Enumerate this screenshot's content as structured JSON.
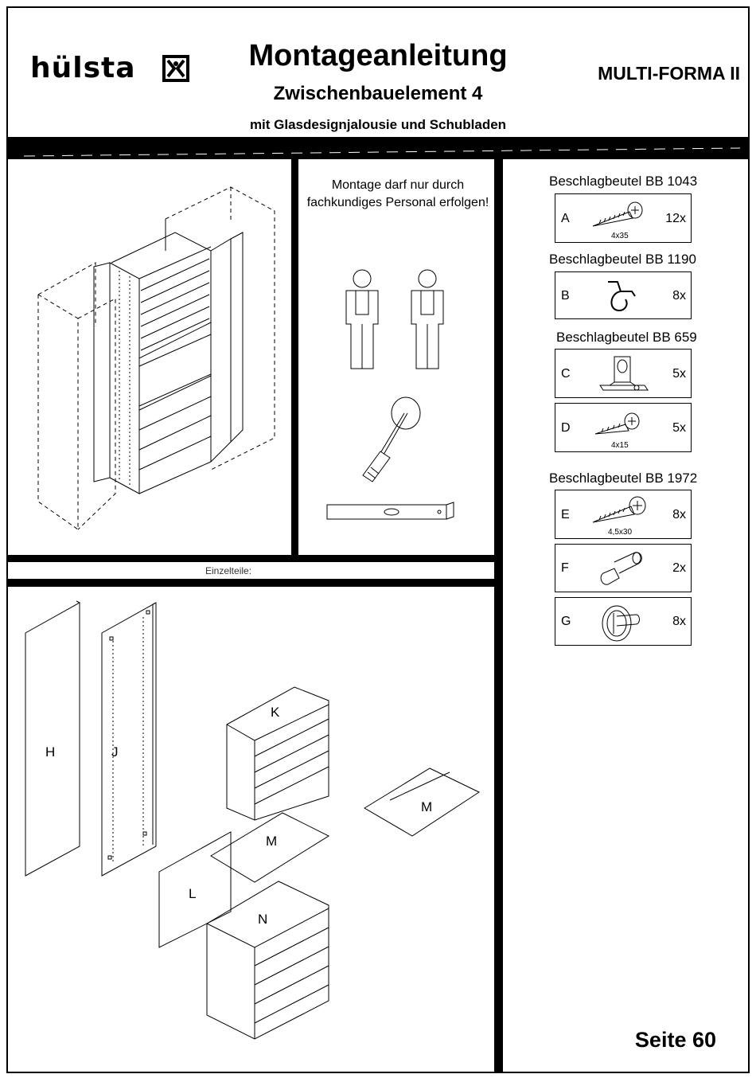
{
  "header": {
    "brand": "hülsta",
    "title": "Montageanleitung",
    "subtitle": "Zwischenbauelement 4",
    "description": "mit Glasdesignjalousie und Schubladen",
    "series": "MULTI-FORMA II"
  },
  "notice": {
    "line1": "Montage darf nur durch",
    "line2": "fachkundiges Personal erfolgen!"
  },
  "parts_label": "Einzelteile:",
  "fittings": {
    "bag1": "Beschlagbeutel BB 1043",
    "bag2": "Beschlagbeutel BB 1190",
    "bag3": "Beschlagbeutel BB 659",
    "bag4": "Beschlagbeutel BB 1972",
    "items": [
      {
        "letter": "A",
        "qty": "12x",
        "size": "4x35",
        "icon": "screw-icon"
      },
      {
        "letter": "B",
        "qty": "8x",
        "size": "",
        "icon": "hook-icon"
      },
      {
        "letter": "C",
        "qty": "5x",
        "size": "",
        "icon": "bracket-icon"
      },
      {
        "letter": "D",
        "qty": "5x",
        "size": "4x15",
        "icon": "screw-icon"
      },
      {
        "letter": "E",
        "qty": "8x",
        "size": "4,5x30",
        "icon": "screw-icon"
      },
      {
        "letter": "F",
        "qty": "2x",
        "size": "",
        "icon": "pin-icon"
      },
      {
        "letter": "G",
        "qty": "8x",
        "size": "",
        "icon": "shelf-support-icon"
      }
    ]
  },
  "parts": {
    "H": "H",
    "J": "J",
    "K": "K",
    "L": "L",
    "M1": "M",
    "M2": "M",
    "N": "N"
  },
  "footer": {
    "page": "Seite 60"
  }
}
